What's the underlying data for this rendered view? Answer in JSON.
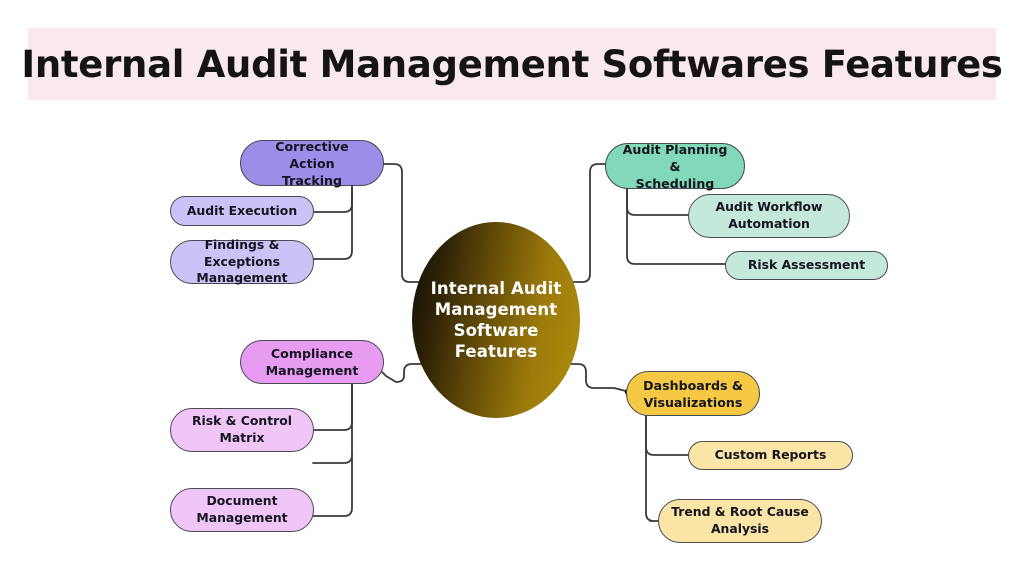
{
  "header": {
    "title": "Internal Audit Management Softwares Features",
    "band_color": "#fae9ec"
  },
  "center": {
    "label": "Internal Audit\nManagement\nSoftware\nFeatures",
    "gradient_from": "#120d05",
    "gradient_to": "#b08d0d",
    "text_color": "#ffffff"
  },
  "branches": [
    {
      "id": "corrective-action-tracking",
      "position": "top-left",
      "color": "#9a8ee8",
      "sub_color": "#cac3f6",
      "primary": {
        "label": "Corrective Action\nTracking"
      },
      "children": [
        {
          "label": "Audit Execution"
        },
        {
          "label": "Findings & Exceptions\nManagement"
        }
      ]
    },
    {
      "id": "audit-planning-scheduling",
      "position": "top-right",
      "color": "#81d9b9",
      "sub_color": "#c4e8da",
      "primary": {
        "label": "Audit Planning &\nScheduling"
      },
      "children": [
        {
          "label": "Audit Workflow\nAutomation"
        },
        {
          "label": "Risk Assessment"
        }
      ]
    },
    {
      "id": "compliance-management",
      "position": "bottom-left",
      "color": "#e79cf1",
      "sub_color": "#f0c6f8",
      "primary": {
        "label": "Compliance\nManagement"
      },
      "children": [
        {
          "label": "Risk & Control Matrix"
        },
        {
          "label": "Document\nManagement"
        }
      ]
    },
    {
      "id": "dashboards-visualizations",
      "position": "bottom-right",
      "color": "#f6c944",
      "sub_color": "#fbe5a6",
      "primary": {
        "label": "Dashboards &\nVisualizations"
      },
      "children": [
        {
          "label": "Custom Reports"
        },
        {
          "label": "Trend & Root Cause\nAnalysis"
        }
      ]
    }
  ]
}
